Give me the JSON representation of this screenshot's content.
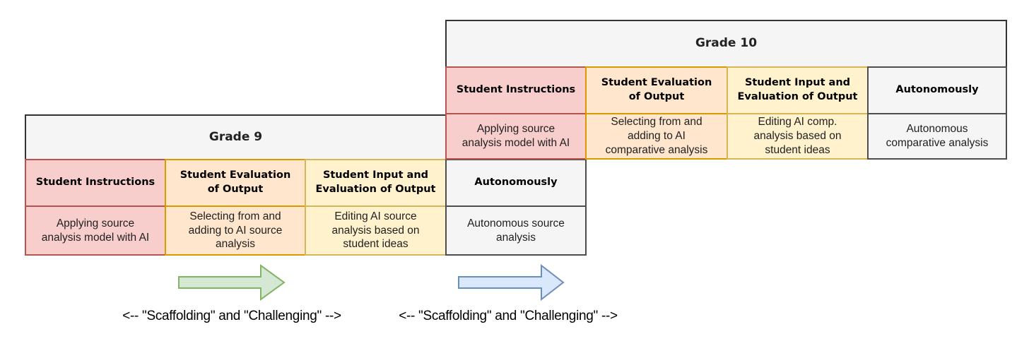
{
  "tables": [
    {
      "title": "Grade 9",
      "columns": [
        {
          "style": "pink",
          "header": "Student Instructions",
          "body": "Applying source\nanalysis model with AI"
        },
        {
          "style": "orange",
          "header": "Student Evaluation\nof Output",
          "body": "Selecting from and\nadding to AI source\nanalysis"
        },
        {
          "style": "yellow",
          "header": "Student Input and\nEvaluation of Output",
          "body": "Editing AI source\nanalysis based on\nstudent ideas"
        },
        {
          "style": "gray",
          "header": "Autonomously",
          "body": "Autonomous source\nanalysis"
        }
      ]
    },
    {
      "title": "Grade 10",
      "columns": [
        {
          "style": "pink",
          "header": "Student Instructions",
          "body": "Applying source\nanalysis model with AI"
        },
        {
          "style": "orange",
          "header": "Student Evaluation\nof Output",
          "body": "Selecting from and\nadding to AI\ncomparative analysis"
        },
        {
          "style": "yellow",
          "header": "Student Input and\nEvaluation of Output",
          "body": "Editing AI comp.\nanalysis based on\nstudent ideas"
        },
        {
          "style": "gray",
          "header": "Autonomously",
          "body": "Autonomous\ncomparative analysis"
        }
      ]
    }
  ],
  "arrows": [
    {
      "name": "green-right-arrow",
      "fill": "#d5e8d4",
      "stroke": "#82b366"
    },
    {
      "name": "blue-right-arrow",
      "fill": "#dae8fc",
      "stroke": "#6c8ebf"
    }
  ],
  "captions": [
    {
      "text": "<-- \"Scaffolding\" and \"Challenging\" -->"
    },
    {
      "text": "<-- \"Scaffolding\" and \"Challenging\" -->"
    }
  ],
  "palette": {
    "pink_fill": "#f8cecc",
    "pink_border": "#b85450",
    "orange_fill": "#ffe6cc",
    "orange_border": "#d79b00",
    "yellow_fill": "#fff2cc",
    "yellow_border": "#d6b656",
    "gray_fill": "#f5f5f5",
    "gray_border": "#4d4d4d",
    "title_fill": "#f5f5f5",
    "title_border": "#333333",
    "background": "#ffffff"
  }
}
